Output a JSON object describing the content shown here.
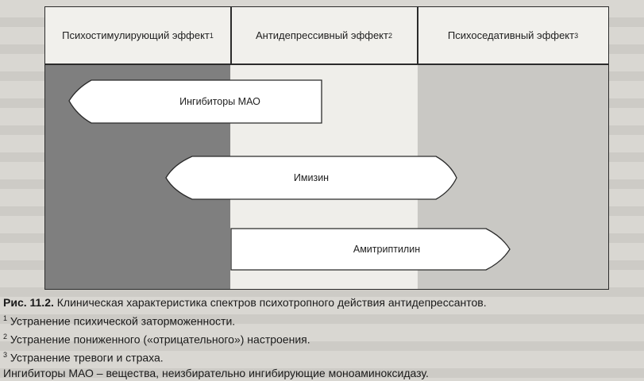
{
  "headers": [
    {
      "label": "Психостимулирующий эффект",
      "mark": "1"
    },
    {
      "label": "Антидепрессивный эффект",
      "mark": "2"
    },
    {
      "label": "Психоседативный эффект",
      "mark": "3"
    }
  ],
  "drugs": [
    "Ингибиторы МАО",
    "Имизин",
    "Амитриптилин"
  ],
  "caption": {
    "figure_number": "Рис. 11.2.",
    "figure_title": "Клиническая характеристика спектров психотропного действия антидепрессантов.",
    "notes": [
      {
        "mark": "1",
        "text": "Устранение психической заторможенности."
      },
      {
        "mark": "2",
        "text": "Устранение пониженного («отрицательного») настроения."
      },
      {
        "mark": "3",
        "text": "Устранение тревоги и страха."
      }
    ],
    "last_line": "Ингибиторы МАО – вещества, неизбирательно ингибирующие моноаминоксидазу."
  },
  "colors": {
    "column_1_fill": "#7f7f7f",
    "column_2_fill": "#efeeea",
    "column_3_fill": "#c9c8c4",
    "arrow_fill": "#ffffff",
    "outline": "#2b2b2b"
  }
}
